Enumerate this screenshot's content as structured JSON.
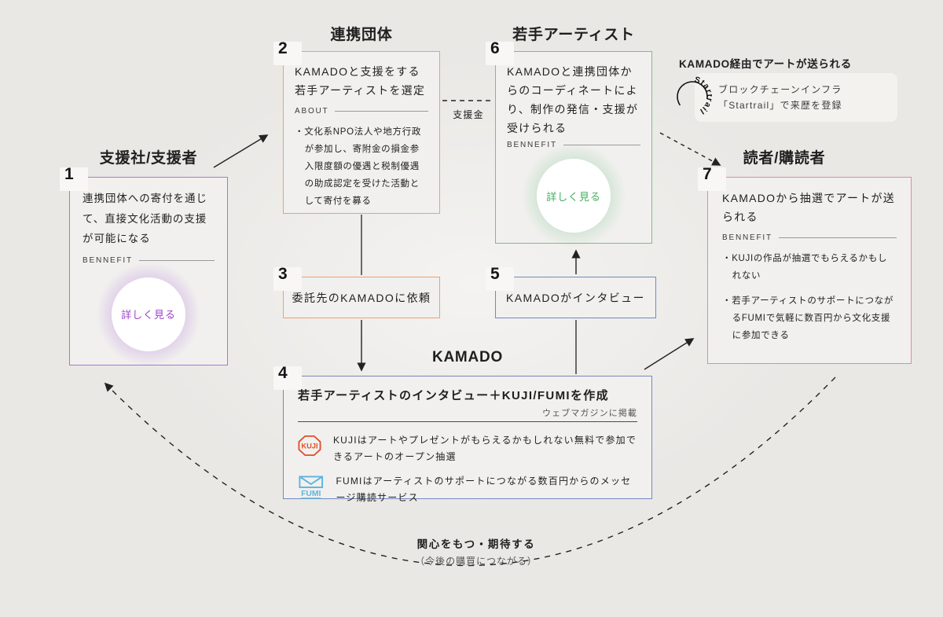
{
  "nodes": {
    "supporter": {
      "header": "支援社/支援者",
      "number": "1",
      "body": "連携団体への寄付を通じて、直接文化活動の支援が可能になる",
      "section_label": "BENNEFIT",
      "cta": "詳しく見る"
    },
    "partner": {
      "header": "連携団体",
      "number": "2",
      "title": "KAMADOと支援をする若手アーティストを選定",
      "section_label": "ABOUT",
      "bullet": "・文化系NPO法人や地方行政が参加し、寄附金の損金参入限度額の優遇と税制優遇の助成認定を受けた活動として寄付を募る"
    },
    "request": {
      "number": "3",
      "text": "委託先のKAMADOに依頼"
    },
    "kamado": {
      "header": "KAMADO",
      "number": "4",
      "title": "若手アーティストのインタビュー＋KUJI/FUMIを作成",
      "note": "ウェブマガジンに掲載",
      "kuji_logo": "KUJI",
      "kuji_desc": "KUJIはアートやプレゼントがもらえるかもしれない無料で参加できるアートのオープン抽選",
      "fumi_logo": "FUMI",
      "fumi_desc": "FUMIはアーティストのサポートにつながる数百円からのメッセージ購読サービス"
    },
    "interview": {
      "number": "5",
      "text": "KAMADOがインタビュー"
    },
    "artist": {
      "header": "若手アーティスト",
      "number": "6",
      "title": "KAMADOと連携団体からのコーディネートにより、制作の発信・支援が受けられる",
      "section_label": "BENNEFIT",
      "cta": "詳しく見る"
    },
    "reader": {
      "header": "読者/購読者",
      "number": "7",
      "title": "KAMADOから抽選でアートが送られる",
      "section_label": "BENNEFIT",
      "bullets": [
        "・KUJIの作品が抽選でもらえるかもしれない",
        "・若手アーティストのサポートにつながるFUMIで気軽に数百円から文化支援に参加できる"
      ]
    }
  },
  "startrail": {
    "heading": "KAMADO経由でアートが送られる",
    "logo_text": "Startrail",
    "line1": "ブロックチェーンインフラ",
    "line2": "「Startrail」で来歴を登録"
  },
  "connectors": {
    "support_money_label": "支援金",
    "bottom_label": "関心をもつ・期待する",
    "bottom_sublabel": "（今後の購買につながる）"
  },
  "colors": {
    "background": "#e9e8e5",
    "box_fill": "#f1f0ee",
    "purple": "#a678d2",
    "orange": "#eda070",
    "green": "#7cbe83",
    "blue": "#7288c2",
    "pink": "#df8ba4",
    "kuji_red": "#e14f2b",
    "fumi_blue": "#5fb4dd",
    "text": "#1f1f1f"
  }
}
